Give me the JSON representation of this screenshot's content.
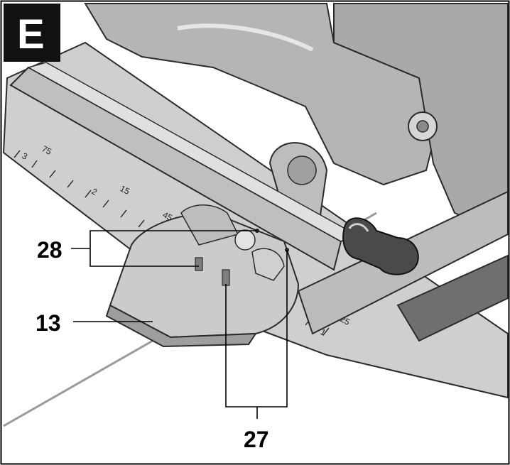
{
  "figure": {
    "badge_letter": "E",
    "callouts": {
      "c28": "28",
      "c13": "13",
      "c27": "27"
    },
    "scale_labels": [
      "3",
      "75",
      "2",
      "15",
      "45",
      "25",
      "1"
    ],
    "colors": {
      "metal_light": "#d9d9d9",
      "metal_mid": "#b3b3b3",
      "metal_dark": "#7d7d7d",
      "outline": "#2b2b2b",
      "badge": "#111111"
    }
  }
}
